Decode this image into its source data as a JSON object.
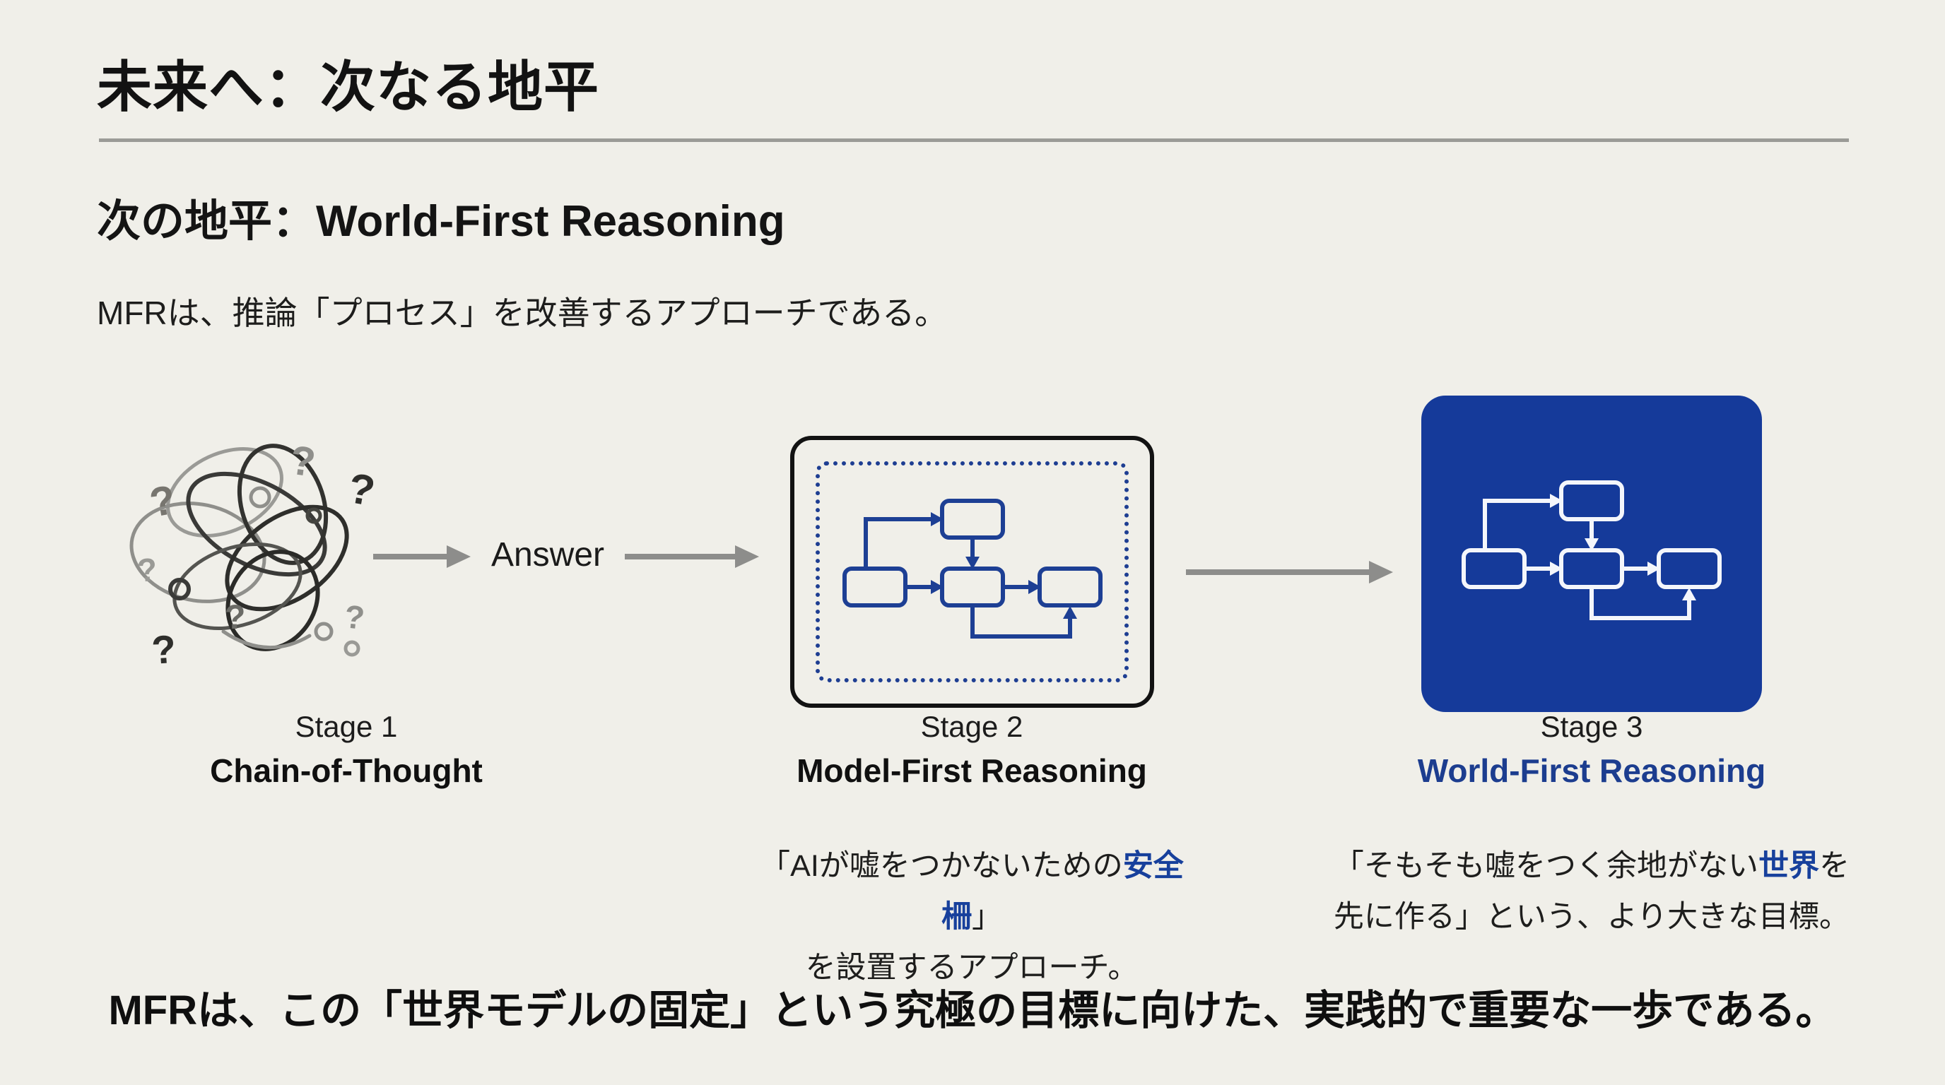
{
  "slide": {
    "title": "未来へ：次なる地平",
    "subtitle": "次の地平：World-First Reasoning",
    "lead": "MFRは、推論「プロセス」を改善するアプローチである。",
    "conclusion": "MFRは、この「世界モデルの固定」という究極の目標に向けた、実践的で重要な一歩である。"
  },
  "diagram": {
    "answer_label": "Answer",
    "stage1": {
      "stage": "Stage 1",
      "name": "Chain-of-Thought"
    },
    "stage2": {
      "stage": "Stage 2",
      "name": "Model-First Reasoning",
      "caption_line1_pre": "「AIが嘘をつかないための",
      "caption_line1_highlight": "安全柵",
      "caption_line1_post": "」",
      "caption_line2": "を設置するアプローチ。"
    },
    "stage3": {
      "stage": "Stage 3",
      "name": "World-First Reasoning",
      "caption_line1_pre": "「そもそも嘘をつく余地がない",
      "caption_line1_highlight": "世界",
      "caption_line1_post": "を",
      "caption_line2": "先に作る」という、より大きな目標。"
    }
  },
  "colors": {
    "background": "#f0efe9",
    "accent_blue": "#17409c",
    "flow_blue": "#1d3f94",
    "stage3_fill": "#153a9a",
    "arrow_gray": "#8d8d8b",
    "divider_gray": "#9b9b97"
  }
}
